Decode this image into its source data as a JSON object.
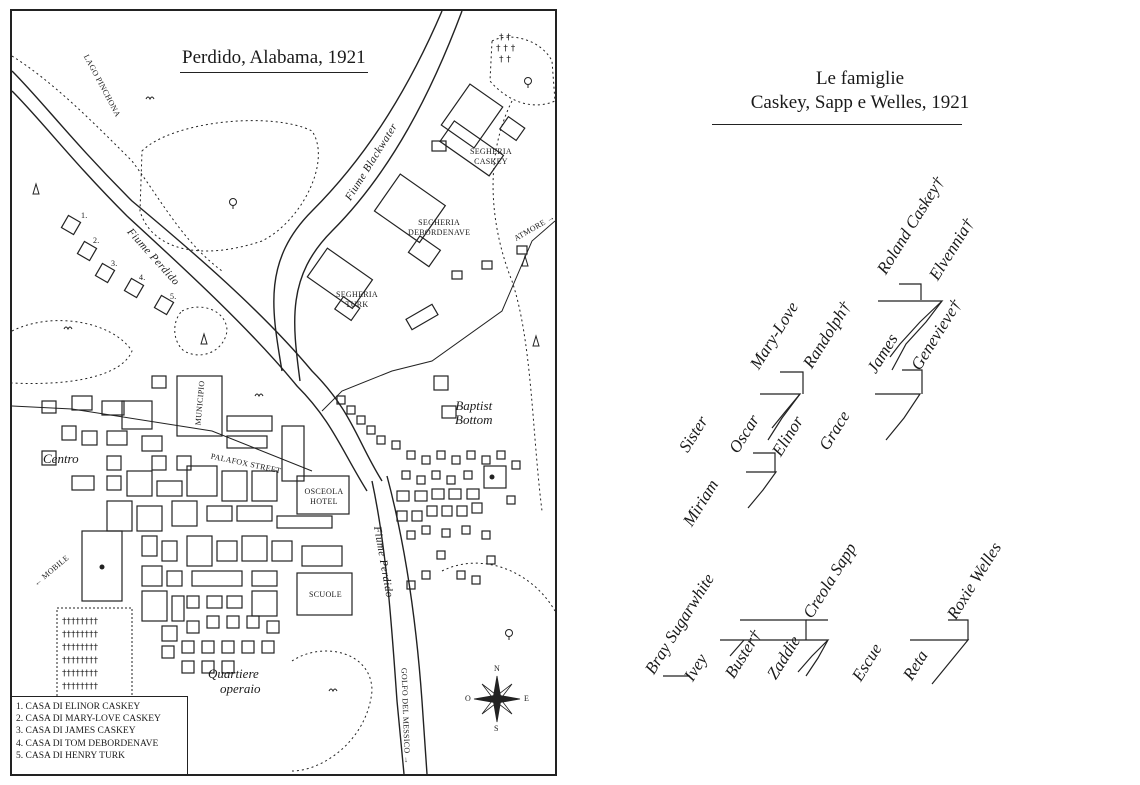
{
  "map": {
    "title": "Perdido, Alabama, 1921",
    "labels": {
      "lago": "LAGO PINCHONA",
      "fiume_blackwater": "Fiume Blackwater",
      "fiume_perdido_north": "Fiume Perdido",
      "fiume_perdido_south": "Fiume Perdido",
      "segheria_caskey_1": "SEGHERIA",
      "segheria_caskey_2": "CASKEY",
      "segheria_debordenave_1": "SEGHERIA",
      "segheria_debordenave_2": "DEBORDENAVE",
      "segheria_turk_1": "SEGHERIA",
      "segheria_turk_2": "TURK",
      "atmore": "ATMORE →",
      "municipio": "MUNICIPIO",
      "palafox": "PALAFOX STREET",
      "centro": "Centro",
      "baptist_1": "Baptist",
      "baptist_2": "Bottom",
      "osceola_1": "OSCEOLA",
      "osceola_2": "HOTEL",
      "scuole": "SCUOLE",
      "mobile": "← MOBILE",
      "quartiere_1": "Quartiere",
      "quartiere_2": "operaio",
      "golfo": "GOLFO DEL MESSICO →",
      "compass_n": "N",
      "compass_s": "S",
      "compass_e": "E",
      "compass_o": "O",
      "num_1": "1.",
      "num_2": "2.",
      "num_3": "3.",
      "num_4": "4.",
      "num_5": "5."
    },
    "legend": [
      "1. CASA DI ELINOR CASKEY",
      "2. CASA DI MARY-LOVE CASKEY",
      "3. CASA DI JAMES CASKEY",
      "4. CASA DI TOM DEBORDENAVE",
      "5. CASA DI HENRY TURK"
    ]
  },
  "tree": {
    "title_line1": "Le famiglie",
    "title_line2": "Caskey, Sapp e Welles, 1921",
    "names": {
      "roland": "Roland Caskey†",
      "elvennia": "Elvennia†",
      "randolph": "Randolph†",
      "james": "James",
      "genevieve": "Genevieve†",
      "grace": "Grace",
      "mary_love": "Mary-Love",
      "sister": "Sister",
      "oscar": "Oscar",
      "elinor": "Elinor",
      "miriam": "Miriam",
      "bray": "Bray Sugarwhite",
      "ivey": "Ivey",
      "buster": "Buster†",
      "zaddie": "Zaddie",
      "creola": "Creola Sapp",
      "escue": "Escue",
      "reta": "Reta",
      "roxie": "Roxie Welles"
    }
  }
}
